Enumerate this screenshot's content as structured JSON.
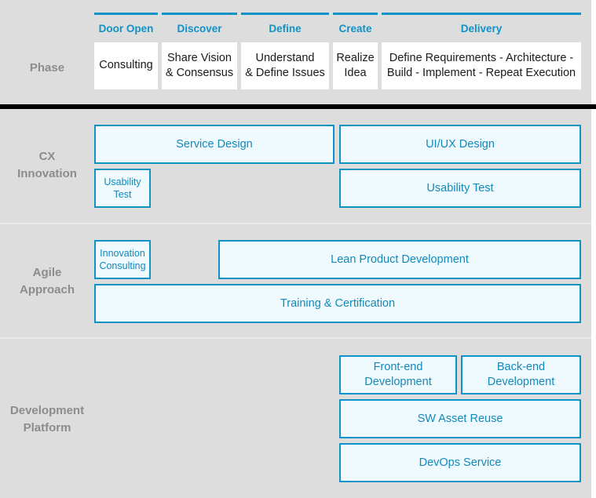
{
  "colors": {
    "accent": "#0f93c7",
    "box_fill": "#eefafd",
    "box_text": "#1389bb",
    "band_bg": "#dddddd",
    "row_label": "#8c8c8c",
    "divider_thick": "#000000"
  },
  "rows": {
    "phase": "Phase",
    "cx_innovation": "CX\nInnovation",
    "cx_innovation_line1": "CX",
    "cx_innovation_line2": "Innovation",
    "agile_line1": "Agile",
    "agile_line2": "Approach",
    "dev_line1": "Development",
    "dev_line2": "Platform"
  },
  "phase": {
    "columns": [
      {
        "header": "Door Open",
        "body_line1": "Consulting",
        "body_line2": ""
      },
      {
        "header": "Discover",
        "body_line1": "Share Vision",
        "body_line2": "& Consensus"
      },
      {
        "header": "Define",
        "body_line1": "Understand",
        "body_line2": "& Define Issues"
      },
      {
        "header": "Create",
        "body_line1": "Realize",
        "body_line2": "Idea"
      },
      {
        "header": "Delivery",
        "body_line1": "Define Requirements - Architecture -",
        "body_line2": "Build - Implement - Repeat Execution"
      }
    ]
  },
  "cx_innovation": {
    "boxes": [
      {
        "label": "Service Design"
      },
      {
        "label": "UI/UX Design"
      },
      {
        "label_line1": "Usability",
        "label_line2": "Test"
      },
      {
        "label": "Usability Test"
      }
    ]
  },
  "agile_approach": {
    "boxes": [
      {
        "label_line1": "Innovation",
        "label_line2": "Consulting"
      },
      {
        "label": "Lean Product Development"
      },
      {
        "label": "Training & Certification"
      }
    ]
  },
  "development_platform": {
    "boxes": [
      {
        "label_line1": "Front-end",
        "label_line2": "Development"
      },
      {
        "label_line1": "Back-end",
        "label_line2": "Development"
      },
      {
        "label": "SW Asset Reuse"
      },
      {
        "label": "DevOps Service"
      }
    ]
  }
}
